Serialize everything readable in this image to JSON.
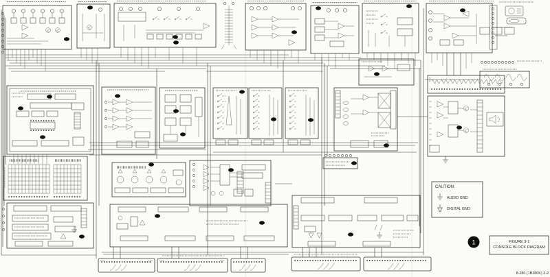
{
  "figure": {
    "balloon_number": "1",
    "title_line1": "FIGURE 3-1",
    "title_line2": "CONSOLE BLOCK DIAGRAM",
    "doc_number": "8-280 (1B280K) 3-2"
  },
  "caution": {
    "heading": "CAUTION:",
    "items": [
      {
        "symbol": "audio-ground-icon",
        "label": "AUDIO GND"
      },
      {
        "symbol": "digital-ground-icon",
        "label": "DIGITAL GND"
      }
    ]
  },
  "diagram": {
    "type": "scanned schematic block diagram",
    "callout_balloon_count": "27"
  }
}
